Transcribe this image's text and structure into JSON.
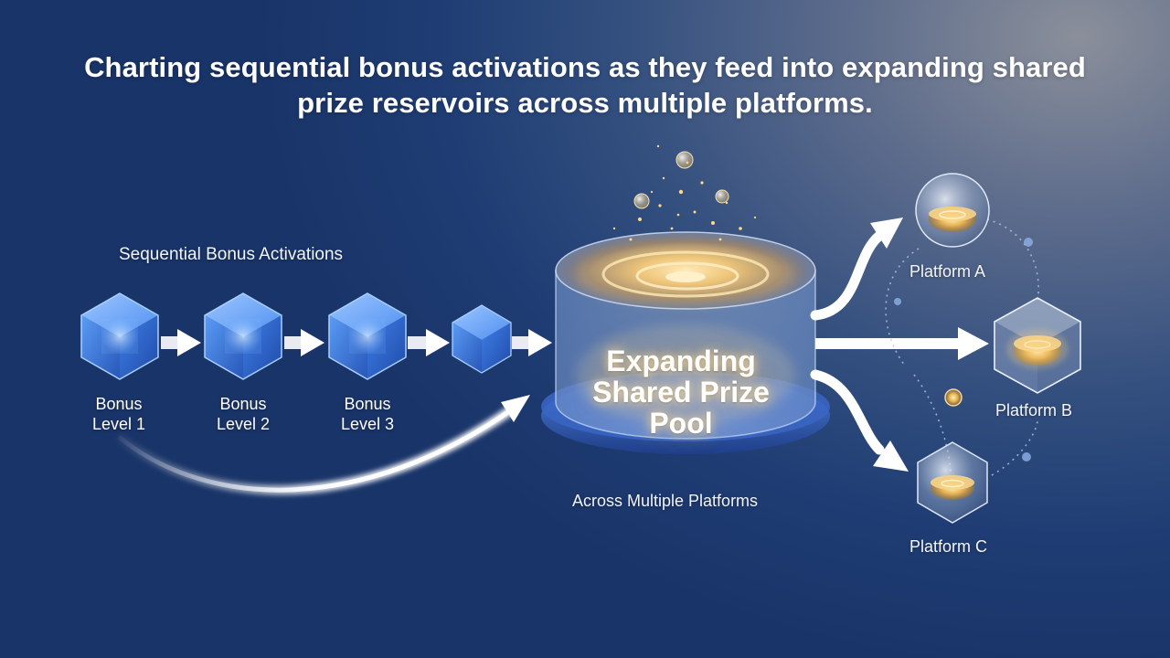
{
  "title": "Charting sequential bonus activations as they feed into expanding shared prize reservoirs across multiple platforms.",
  "sequence_label": "Sequential Bonus Activations",
  "bonus_levels": [
    "Bonus\nLevel 1",
    "Bonus\nLevel 2",
    "Bonus\nLevel 3"
  ],
  "pool_label": "Expanding\nShared Prize\nPool",
  "across_label": "Across Multiple Platforms",
  "platforms": [
    "Platform A",
    "Platform B",
    "Platform C"
  ],
  "colors": {
    "cube_blue": "#4a8df0",
    "pool_glow": "#ffd27a",
    "arrow": "#ffffff",
    "background": "#1f3d74"
  },
  "icons": [
    "cube-icon",
    "pool-cylinder-icon",
    "sphere-icon",
    "glass-cube-icon",
    "arrow-icon"
  ]
}
